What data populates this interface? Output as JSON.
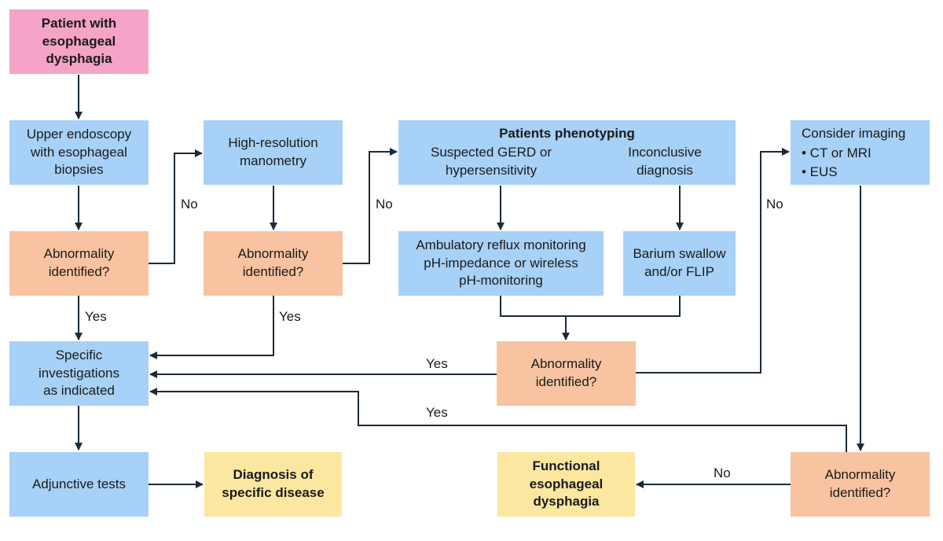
{
  "nodes": {
    "start": "Patient with\nesophageal\ndysphagia",
    "endoscopy": "Upper endoscopy\nwith esophageal\nbiopsies",
    "abn1": "Abnormality\nidentified?",
    "hrm": "High-resolution\nmanometry",
    "abn2": "Abnormality\nidentified?",
    "phenotyping": {
      "title": "Patients phenotyping",
      "left": "Suspected GERD or\nhypersensitivity",
      "right": "Inconclusive\ndiagnosis"
    },
    "reflux": "Ambulatory reflux monitoring\npH-impedance or wireless\npH-monitoring",
    "barium": "Barium swallow\nand/or FLIP",
    "abn3": "Abnormality\nidentified?",
    "imaging": {
      "title": "Consider imaging",
      "items": [
        "• CT or MRI",
        "• EUS"
      ]
    },
    "abn4": "Abnormality\nidentified?",
    "specific": "Specific\ninvestigations\nas indicated",
    "adjunctive": "Adjunctive tests",
    "diagnosis": "Diagnosis of\nspecific disease",
    "functional": "Functional\nesophageal\ndysphagia"
  },
  "edge_labels": {
    "abn1_no": "No",
    "abn1_yes": "Yes",
    "abn2_no": "No",
    "abn2_yes": "Yes",
    "abn3_yes": "Yes",
    "abn3_no": "No",
    "abn4_yes": "Yes",
    "abn4_no": "No"
  },
  "colors": {
    "blue": "#a7d1f6",
    "orange": "#f8c3a0",
    "pink": "#f5a3c7",
    "yellow": "#fbe7a0",
    "line": "#1b2a3a"
  }
}
